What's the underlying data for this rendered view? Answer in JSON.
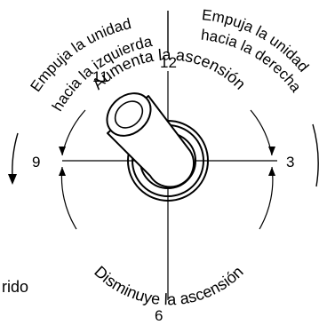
{
  "clock": {
    "top": "12",
    "top_left": "11",
    "left": "9",
    "right": "3",
    "bottom": "6"
  },
  "arcs": {
    "upper": "Aumenta la ascensión",
    "lower": "Disminuye la ascensión"
  },
  "side_notes": {
    "left_line1": "Empuja la unidad",
    "left_line2": "hacia la izquierda",
    "right_line1": "Empuja la unidad",
    "right_line2": "hacia la derecha"
  },
  "cropped_text": {
    "line1": "rido"
  },
  "colors": {
    "ink": "#000000",
    "background": "#ffffff"
  }
}
